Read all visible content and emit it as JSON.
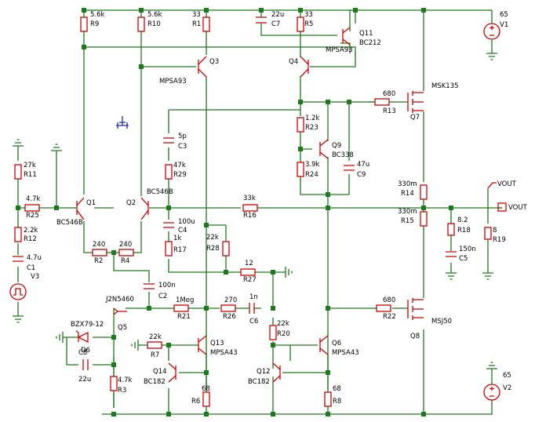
{
  "resistors": [
    {
      "ref": "R9",
      "value": "5.6k"
    },
    {
      "ref": "R10",
      "value": "5.6k"
    },
    {
      "ref": "R1",
      "value": "33"
    },
    {
      "ref": "R5",
      "value": "33"
    },
    {
      "ref": "R11",
      "value": "27k"
    },
    {
      "ref": "R25",
      "value": "4.7k"
    },
    {
      "ref": "R12",
      "value": "2.2k"
    },
    {
      "ref": "R2",
      "value": "240"
    },
    {
      "ref": "R4",
      "value": "240"
    },
    {
      "ref": "R29",
      "value": "47k"
    },
    {
      "ref": "R17",
      "value": "1k"
    },
    {
      "ref": "R28",
      "value": "22k"
    },
    {
      "ref": "R27",
      "value": "12"
    },
    {
      "ref": "R16",
      "value": "33k"
    },
    {
      "ref": "R23",
      "value": "1.2k"
    },
    {
      "ref": "R24",
      "value": "3.9k"
    },
    {
      "ref": "R13",
      "value": "680"
    },
    {
      "ref": "R14",
      "value": "330m"
    },
    {
      "ref": "R15",
      "value": "330m"
    },
    {
      "ref": "R18",
      "value": "8.2"
    },
    {
      "ref": "R19",
      "value": "8"
    },
    {
      "ref": "R21",
      "value": "1Meg"
    },
    {
      "ref": "R26",
      "value": "270"
    },
    {
      "ref": "R22",
      "value": "680"
    },
    {
      "ref": "R7",
      "value": "22k"
    },
    {
      "ref": "R20",
      "value": "22k"
    },
    {
      "ref": "R3",
      "value": "4.7k"
    },
    {
      "ref": "R6",
      "value": "68"
    },
    {
      "ref": "R8",
      "value": "68"
    }
  ],
  "capacitors": [
    {
      "ref": "C7",
      "value": "22u"
    },
    {
      "ref": "C3",
      "value": "5p"
    },
    {
      "ref": "C4",
      "value": "100u"
    },
    {
      "ref": "C1",
      "value": "4.7u"
    },
    {
      "ref": "C9",
      "value": "47u"
    },
    {
      "ref": "C2",
      "value": "100n"
    },
    {
      "ref": "C6",
      "value": "1n"
    },
    {
      "ref": "C5",
      "value": "150n"
    },
    {
      "ref": "C8",
      "value": "22u"
    }
  ],
  "transistors": [
    {
      "ref": "Q1",
      "part": "BC546B"
    },
    {
      "ref": "Q2",
      "part": "BC546B"
    },
    {
      "ref": "Q3",
      "part": "MPSA93"
    },
    {
      "ref": "Q4",
      "part": "MPSA93"
    },
    {
      "ref": "Q11",
      "part": "BC212"
    },
    {
      "ref": "Q9",
      "part": "BC338"
    },
    {
      "ref": "Q7",
      "part": "MSK135"
    },
    {
      "ref": "Q8",
      "part": "MSJ50"
    },
    {
      "ref": "Q5",
      "part": "J2N5460"
    },
    {
      "ref": "Q13",
      "part": "MPSA43"
    },
    {
      "ref": "Q14",
      "part": "BC182"
    },
    {
      "ref": "Q12",
      "part": "BC182"
    },
    {
      "ref": "Q6",
      "part": "MPSA43"
    }
  ],
  "sources": [
    {
      "ref": "V1",
      "value": "65"
    },
    {
      "ref": "V2",
      "value": "65"
    },
    {
      "ref": "V3",
      "value": ""
    }
  ],
  "diode": {
    "ref": "D6",
    "part": "BZX79-12"
  },
  "output_label": "VOUT",
  "output_label_2": "VOUT"
}
